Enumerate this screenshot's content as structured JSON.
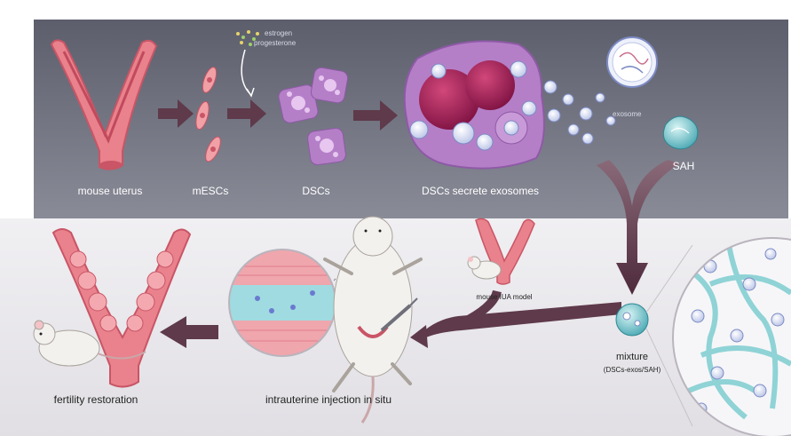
{
  "labels": {
    "estrogen": "estrogen",
    "progesterone": "progesterone",
    "exosome": "exosome",
    "sah": "SAH",
    "mouse_uterus": "mouse uterus",
    "mescs": "mESCs",
    "dscs": "DSCs",
    "dscs_secrete": "DSCs secrete exosomes",
    "mouse_iua_model": "mouse IUA model",
    "mixture": "mixture",
    "mixture_detail": "(DSCs-exos/SAH)",
    "fertility_restoration": "fertility restoration",
    "intrauterine_injection": "intrauterine injection in situ"
  },
  "colors": {
    "top_panel": "#6f7180",
    "bottom_panel": "#e7e6ea",
    "arrow": "#5e3a4a",
    "uterus": "#e9828c",
    "uterus_dark": "#c95566",
    "cell_purple": "#b57fc8",
    "nucleus": "#9a1f52",
    "hydrogel": "#8fd3d6"
  }
}
